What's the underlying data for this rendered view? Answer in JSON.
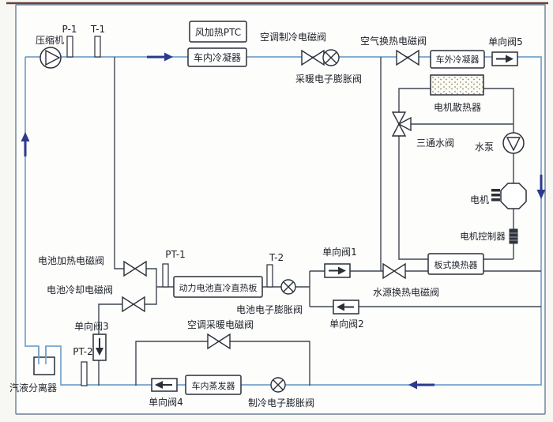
{
  "colors": {
    "pipe_blue": "#74a3cc",
    "pipe_dark": "#3f4654",
    "arrow": "#2b3990",
    "box_stroke": "#2b2f38",
    "frame": "#6a7e96",
    "page_edge": "#6b4038"
  },
  "labels": {
    "compressor": "压缩机",
    "p1": "P-1",
    "t1": "T-1",
    "ptc": "风加热PTC",
    "cabin_condenser": "车内冷凝器",
    "ac_cooling_valve": "空调制冷电磁阀",
    "heating_eev": "采暖电子膨胀阀",
    "air_hx_valve": "空气换热电磁阀",
    "ext_condenser": "车外冷凝器",
    "check5": "单向阀5",
    "motor_radiator": "电机散热器",
    "three_way_valve": "三通水阀",
    "pump": "水泵",
    "motor": "电机",
    "mcu": "电机控制器",
    "plate_hx": "板式换热器",
    "batt_heat_valve": "电池加热电磁阀",
    "batt_cool_valve": "电池冷却电磁阀",
    "pt1": "PT-1",
    "battery_plate": "动力电池直冷直热板",
    "t2": "T-2",
    "batt_eev": "电池电子膨胀阀",
    "check1": "单向阀1",
    "water_hx_valve": "水源换热电磁阀",
    "check2": "单向阀2",
    "check3": "单向阀3",
    "pt2": "PT-2",
    "ac_heat_valve": "空调采暖电磁阀",
    "separator": "汽液分离器",
    "evaporator": "车内蒸发器",
    "check4": "单向阀4",
    "cooling_eev": "制冷电子膨胀阀"
  }
}
